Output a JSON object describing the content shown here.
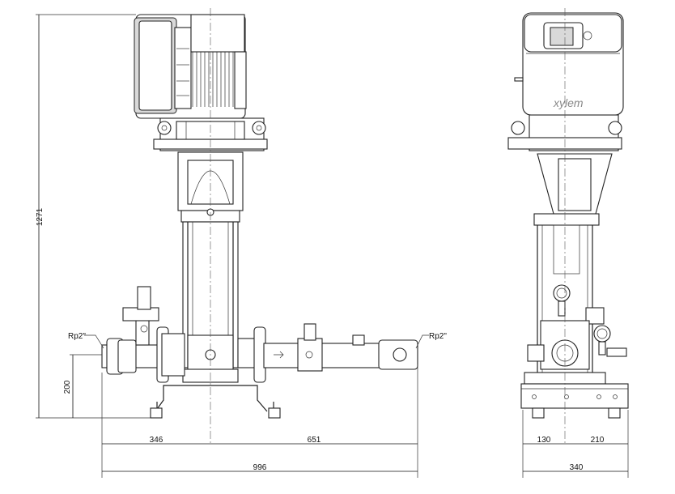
{
  "drawing": {
    "brand_logo": "xylem",
    "connection_left": "Rp2\"",
    "connection_right": "Rp2\"",
    "dimensions": {
      "total_height": "1271",
      "inlet_height": "200",
      "left_to_center": "346",
      "center_to_right": "651",
      "total_length": "996",
      "side_left_to_center": "130",
      "side_center_to_right": "210",
      "side_total_width": "340"
    }
  }
}
